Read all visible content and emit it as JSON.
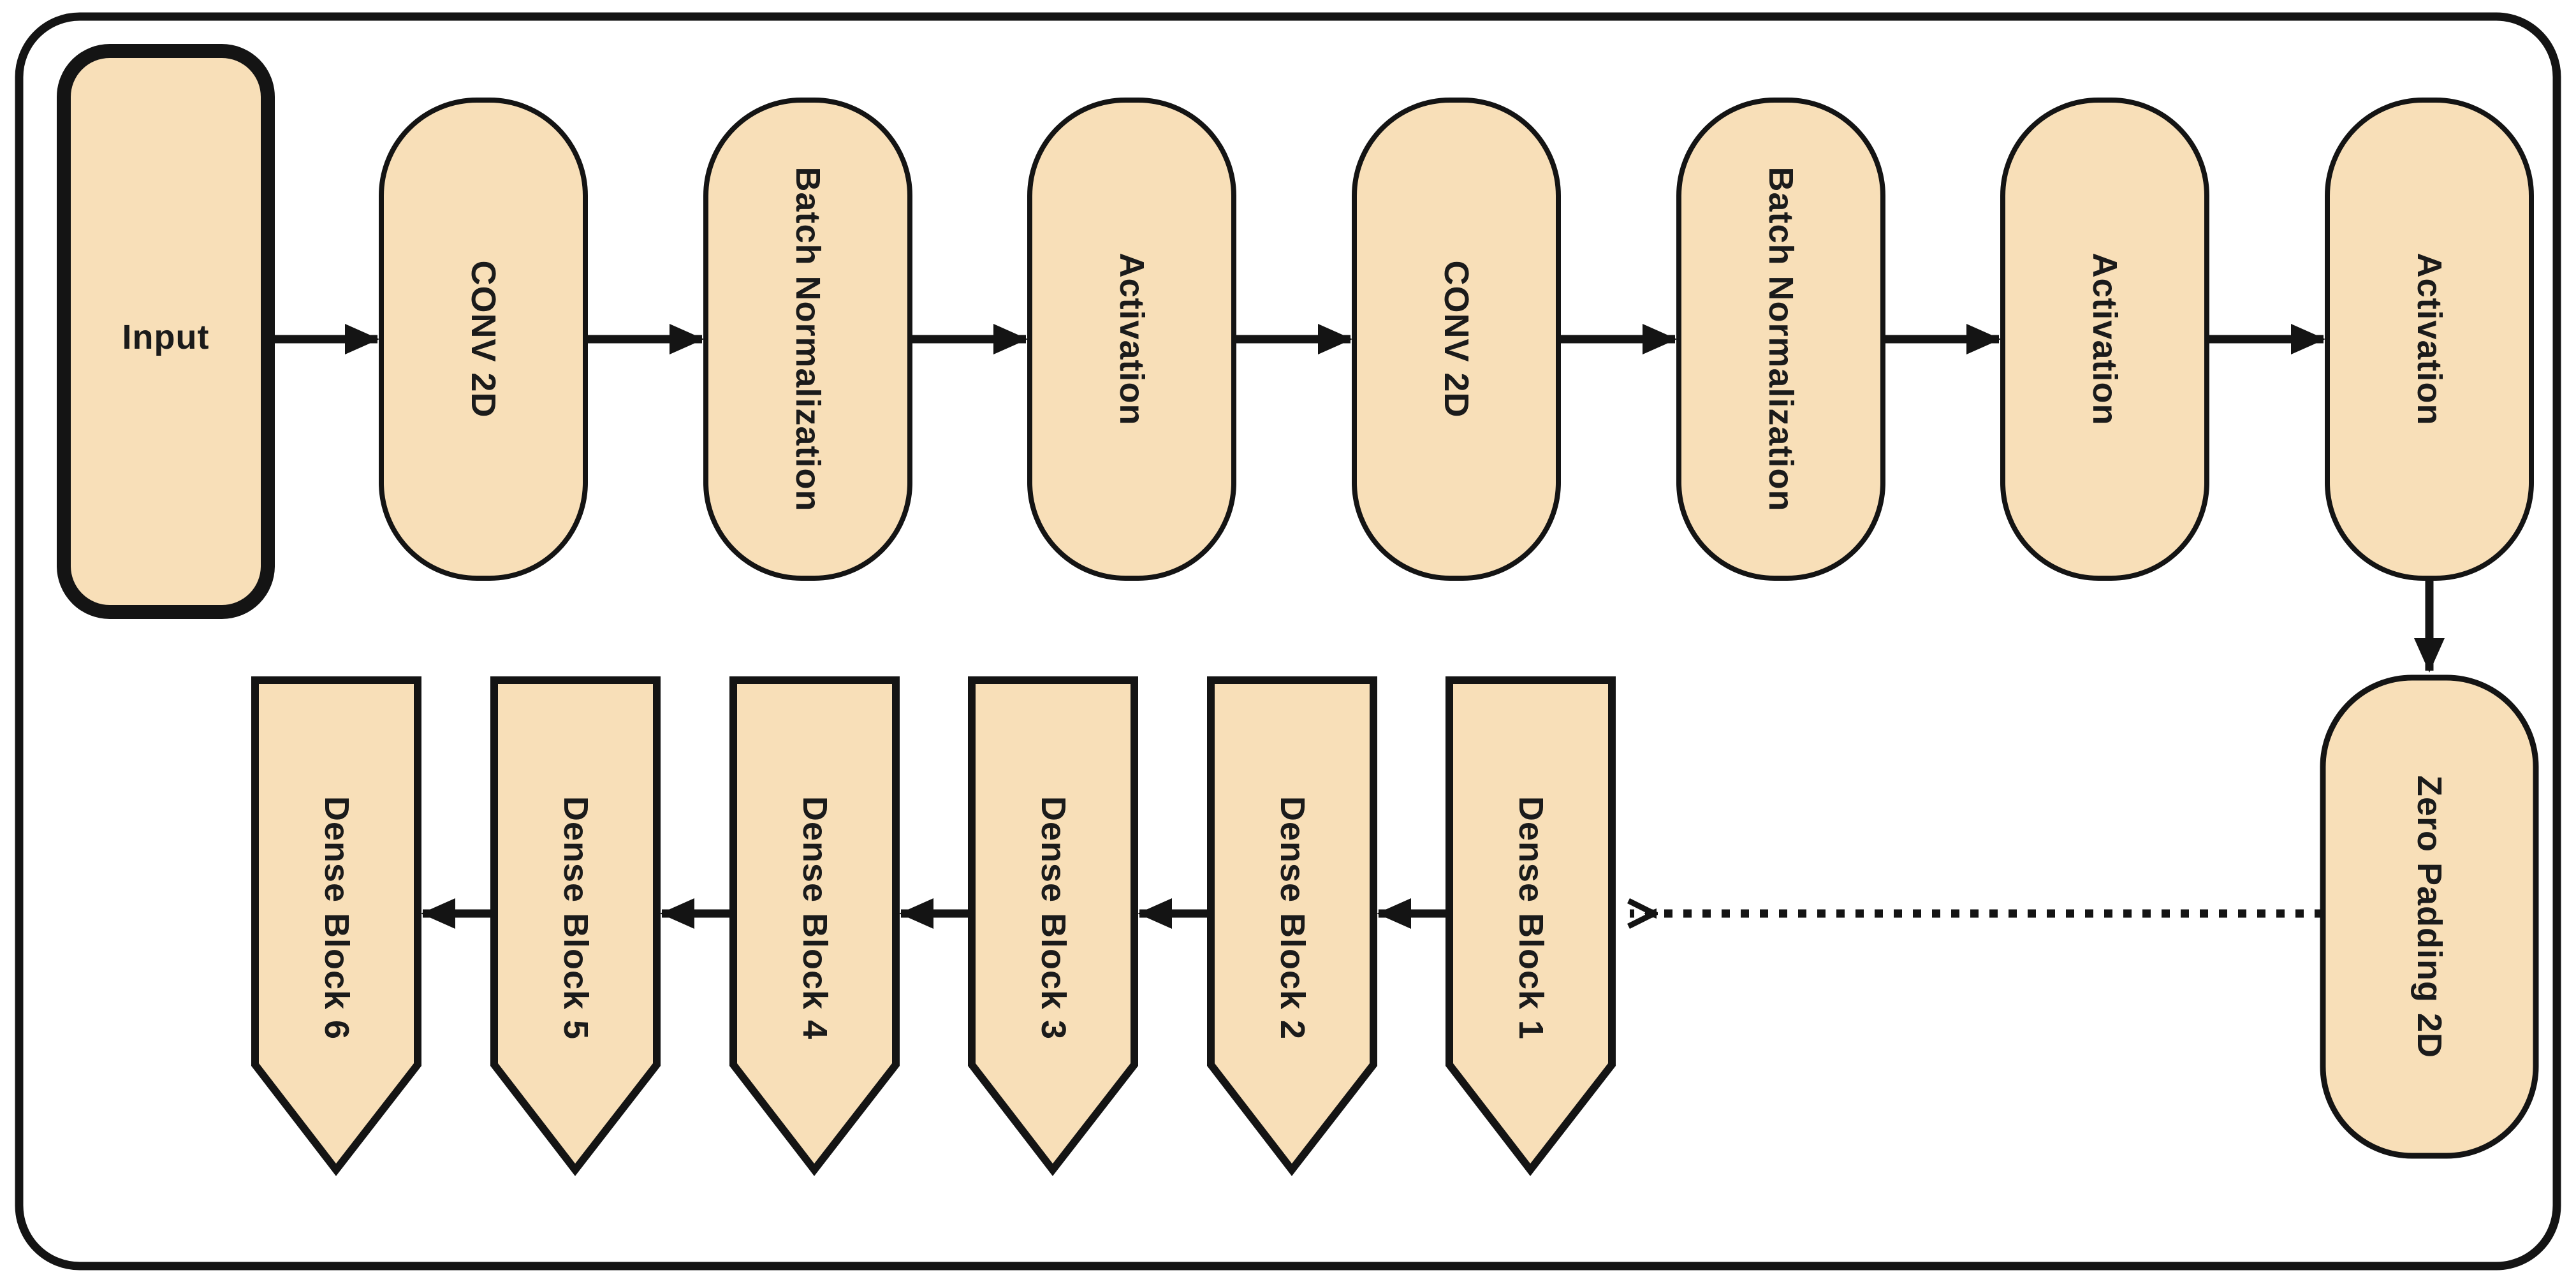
{
  "diagram": {
    "colors": {
      "background": "#ffffff",
      "node_fill": "#f8dfb8",
      "node_stroke": "#141414",
      "arrow_color": "#141414",
      "text_color": "#1b1b1b"
    },
    "input": {
      "label": "Input"
    },
    "top_row": [
      {
        "label": "CONV 2D"
      },
      {
        "label": "Batch Normalization"
      },
      {
        "label": "Activation"
      },
      {
        "label": "CONV 2D"
      },
      {
        "label": "Batch Normalization"
      },
      {
        "label": "Activation"
      },
      {
        "label": "Activation"
      }
    ],
    "zero_padding": {
      "label": "Zero Padding 2D"
    },
    "dense_row": [
      {
        "label": "Dense Block 6"
      },
      {
        "label": "Dense Block 5"
      },
      {
        "label": "Dense Block 4"
      },
      {
        "label": "Dense Block 3"
      },
      {
        "label": "Dense Block 2"
      },
      {
        "label": "Dense Block 1"
      }
    ]
  }
}
